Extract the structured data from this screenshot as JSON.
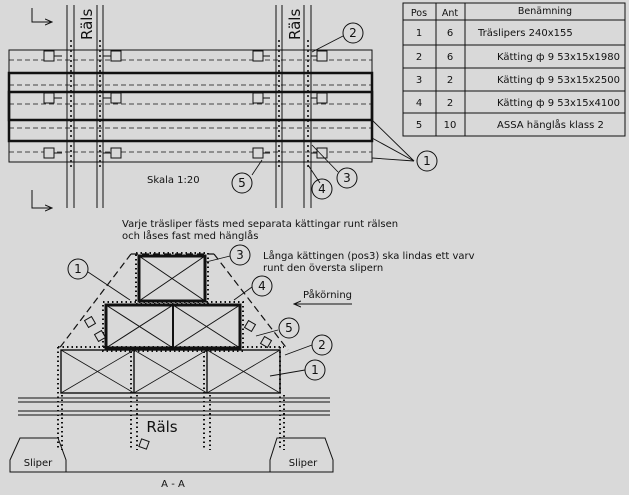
{
  "parts_table": {
    "headers": [
      "Pos",
      "Ant",
      "Benämning"
    ],
    "rows": [
      [
        "1",
        "6",
        "Träslipers 240x155"
      ],
      [
        "2",
        "6",
        "Kätting ф 9 53x15x1980"
      ],
      [
        "3",
        "2",
        "Kätting ф 9 53x15x2500"
      ],
      [
        "4",
        "2",
        "Kätting ф 9 53x15x4100"
      ],
      [
        "5",
        "10",
        "ASSA hänglås klass 2"
      ]
    ]
  },
  "plan_view": {
    "rail_label_left": "Räls",
    "rail_label_right": "Räls",
    "scale": "Skala 1:20",
    "callouts": [
      "1",
      "2",
      "3",
      "4",
      "5"
    ]
  },
  "notes": {
    "note_1_line_1": "Varje träsliper fästs med separata kättingar runt rälsen",
    "note_1_line_2": "och låses fast med hänglås",
    "note_2_line_1": "Långa kättingen (pos3) ska lindas ett varv",
    "note_2_line_2": "runt den översta slipern",
    "impact": "Påkörning"
  },
  "section_view": {
    "rail_label": "Räls",
    "sleeper_left": "Sliper",
    "sleeper_right": "Sliper",
    "section_label": "A - A",
    "callouts": [
      "1",
      "3",
      "4",
      "5",
      "2",
      "1"
    ]
  }
}
